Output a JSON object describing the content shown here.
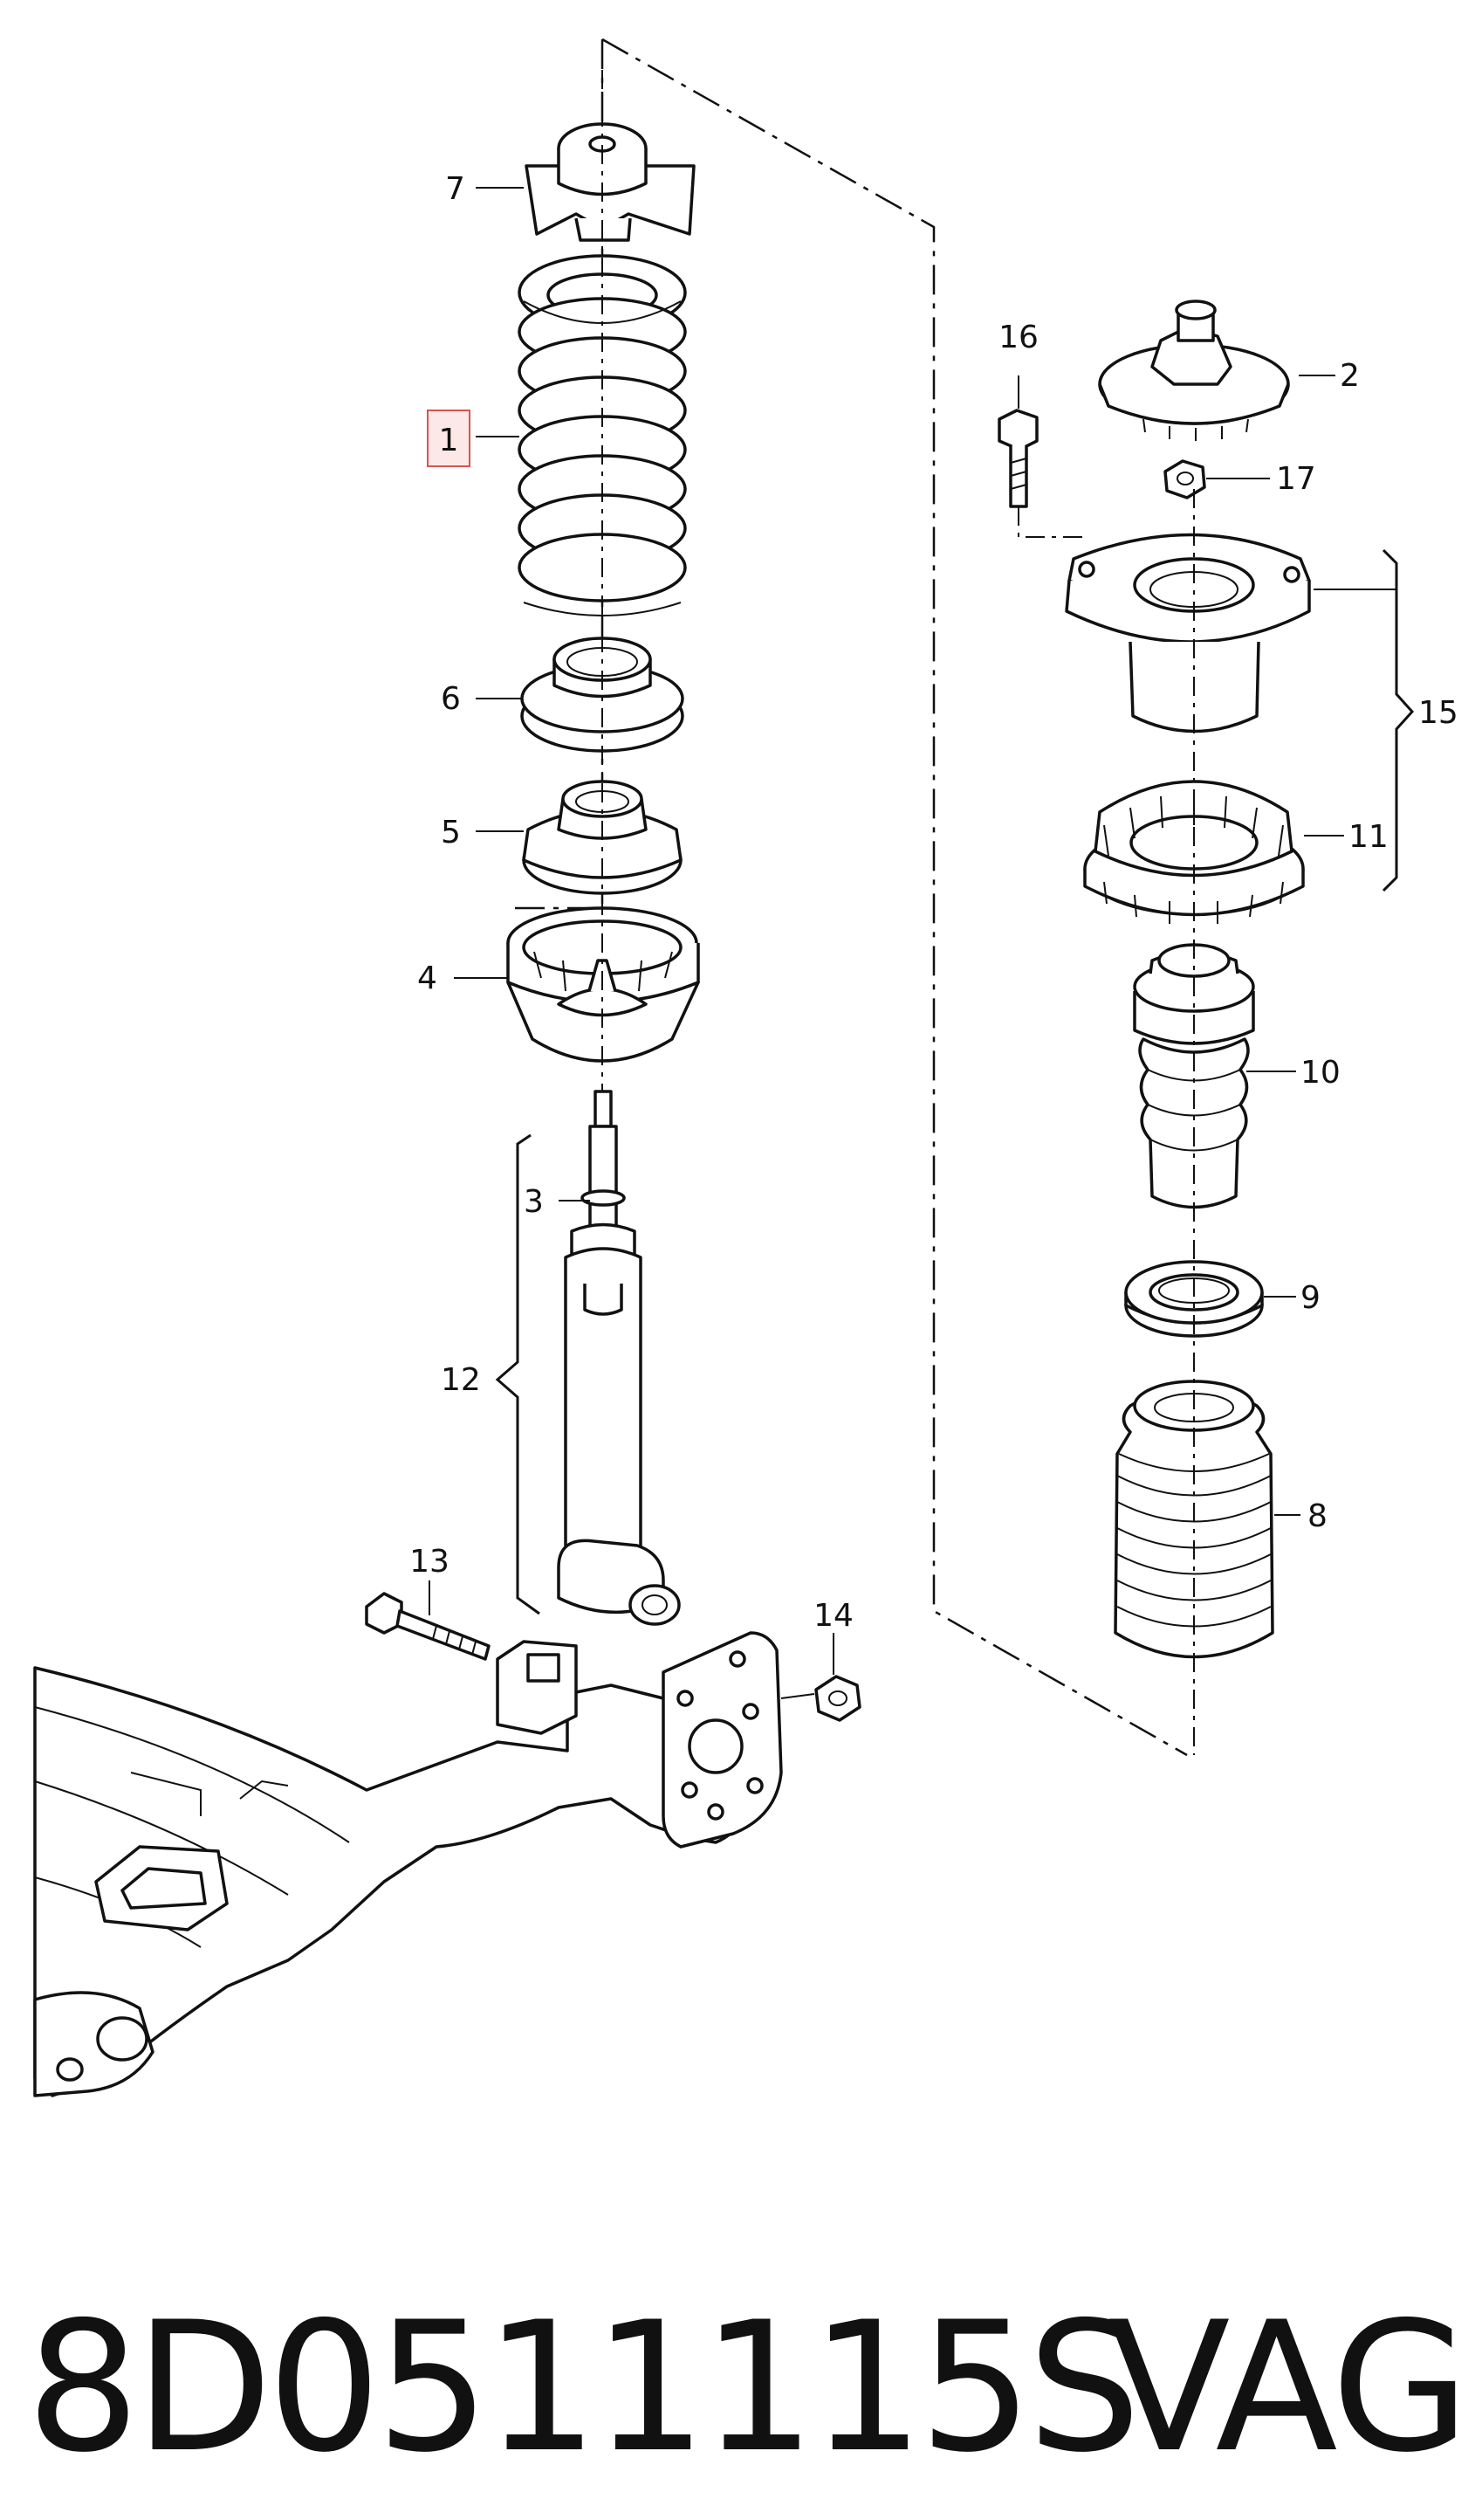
{
  "diagram": {
    "callouts": {
      "c1": "1",
      "c2": "2",
      "c3": "3",
      "c4": "4",
      "c5": "5",
      "c6": "6",
      "c7": "7",
      "c8": "8",
      "c9": "9",
      "c10": "10",
      "c11": "11",
      "c12": "12",
      "c13": "13",
      "c14": "14",
      "c15": "15",
      "c16": "16",
      "c17": "17"
    },
    "highlight_color": "#d9534f",
    "highlight_fill": "#fde8e8"
  },
  "footer": {
    "part_number": "8D0511115S",
    "brand": "VAG"
  }
}
